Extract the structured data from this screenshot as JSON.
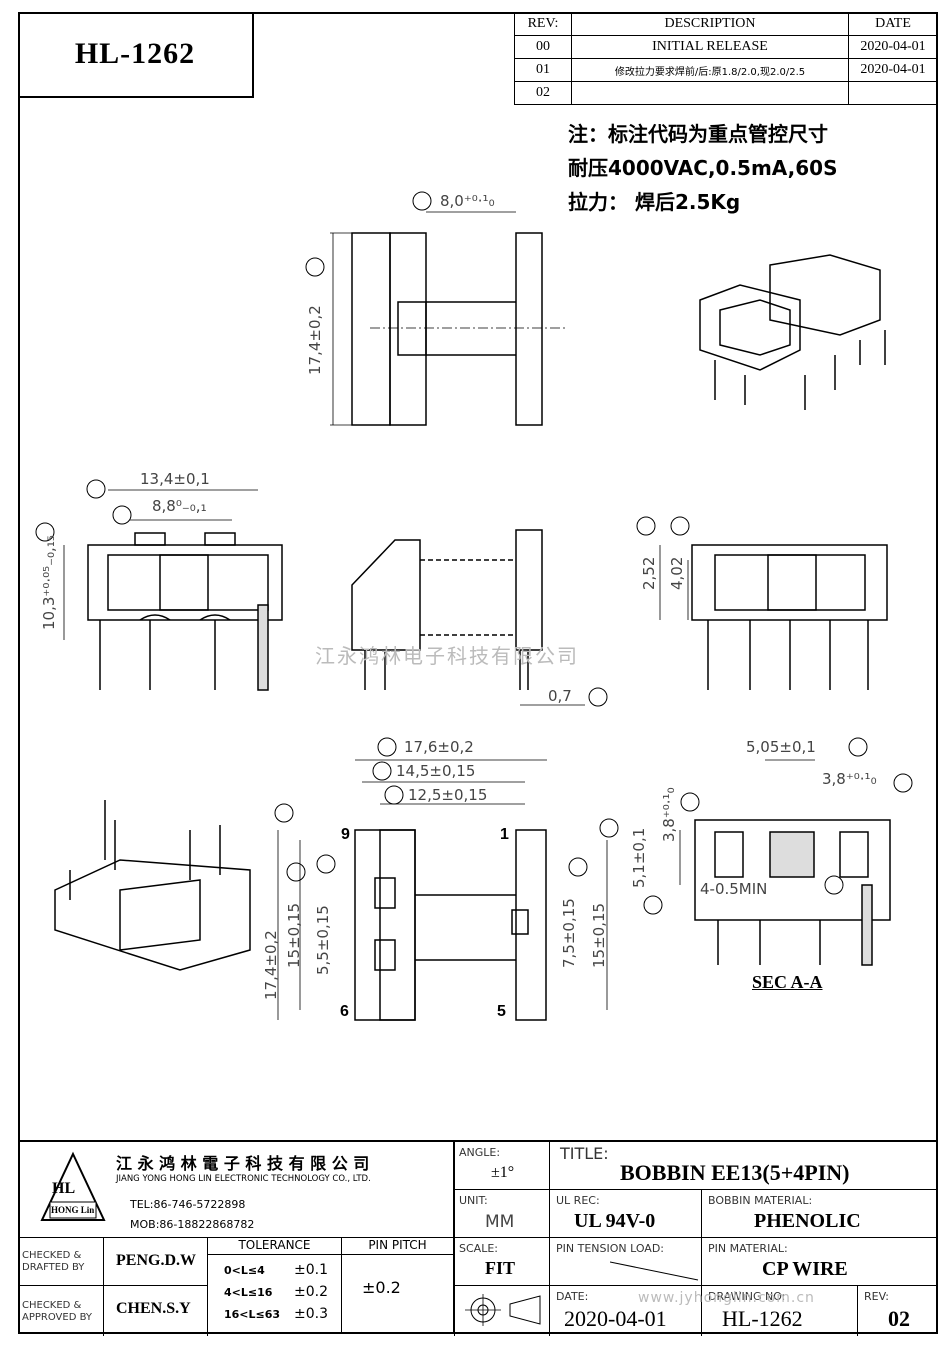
{
  "header": {
    "part_number": "HL-1262"
  },
  "revision_table": {
    "headers": [
      "REV:",
      "DESCRIPTION",
      "DATE"
    ],
    "rows": [
      {
        "rev": "00",
        "description": "INITIAL  RELEASE",
        "date": "2020-04-01"
      },
      {
        "rev": "01",
        "description": "修改拉力要求焊前/后:原1.8/2.0,现2.0/2.5",
        "date": "2020-04-01"
      },
      {
        "rev": "02",
        "description": "",
        "date": ""
      }
    ]
  },
  "notes": [
    "注：标注代码为重点管控尺寸",
    "耐压4000VAC,0.5mA,60S",
    "拉力：  焊后2.5Kg"
  ],
  "dimensions": {
    "A": "8,0⁺⁰·¹₀",
    "B": "17,4±0,2",
    "C": "13,4±0,1",
    "D": "8,8⁰₋₀,₁",
    "E": "10,3⁺⁰·⁰⁵₋₀,₁₅",
    "F": "2,52",
    "G": "4,02",
    "U": "0,7",
    "K": "17,6±0,2",
    "L": "14,5±0,15",
    "M": "12,5±0,15",
    "H": "17,4±0,2",
    "I": "15±0,15",
    "J": "5,5±0,15",
    "O": "",
    "N": "7,5±0,15",
    "N2": "15±0,15",
    "R": "5,05±0,1",
    "S": "3,8⁺⁰·¹₀",
    "Q": "3,8⁺⁰·¹₀",
    "P": "5,1±0,1",
    "T": "4-0.5MIN"
  },
  "pin_labels": [
    "9",
    "6",
    "1",
    "5"
  ],
  "section_label": "SEC A-A",
  "watermark": "江永鸿林电子科技有限公司",
  "title_block": {
    "company_cn": "江 永 鸿 林 電 子 科 技 有 限 公 司",
    "company_en": "JIANG YONG HONG LIN ELECTRONIC TECHNOLOGY CO., LTD.",
    "tel": "TEL:86-746-5722898",
    "mob": "MOB:86-18822868782",
    "logo_text": "HL",
    "logo_sub": "HONG Lin",
    "angle_label": "ANGLE:",
    "angle_value": "±1°",
    "title_label": "TITLE:",
    "title_value": "BOBBIN EE13(5+4PIN)",
    "unit_label": "UNIT:",
    "unit_value": "MM",
    "ul_label": "UL REC:",
    "ul_value": "UL 94V-0",
    "bobbin_mat_label": "BOBBIN MATERIAL:",
    "bobbin_mat_value": "PHENOLIC",
    "checked_drafted_label": "CHECKED & DRAFTED BY",
    "checked_drafted_value": "PENG.D.W",
    "checked_approved_label": "CHECKED & APPROVED BY",
    "checked_approved_value": "CHEN.S.Y",
    "tolerance_label": "TOLERANCE",
    "tolerance_rows": [
      {
        "range": "0<L≤4",
        "tol": "±0.1"
      },
      {
        "range": "4<L≤16",
        "tol": "±0.2"
      },
      {
        "range": "16<L≤63",
        "tol": "±0.3"
      }
    ],
    "pin_pitch_label": "PIN PITCH",
    "pin_pitch_value": "±0.2",
    "scale_label": "SCALE:",
    "scale_value": "FIT",
    "pin_tension_label": "PIN TENSION LOAD:",
    "pin_material_label": "PIN MATERIAL:",
    "pin_material_value": "CP WIRE",
    "date_label": "DATE:",
    "date_value": "2020-04-01",
    "drawing_no_label": "DRAWING NO:",
    "drawing_no_value": "HL-1262",
    "rev_label": "REV:",
    "rev_value": "02",
    "footer_watermark": "www.jyhonglin.com.cn"
  }
}
